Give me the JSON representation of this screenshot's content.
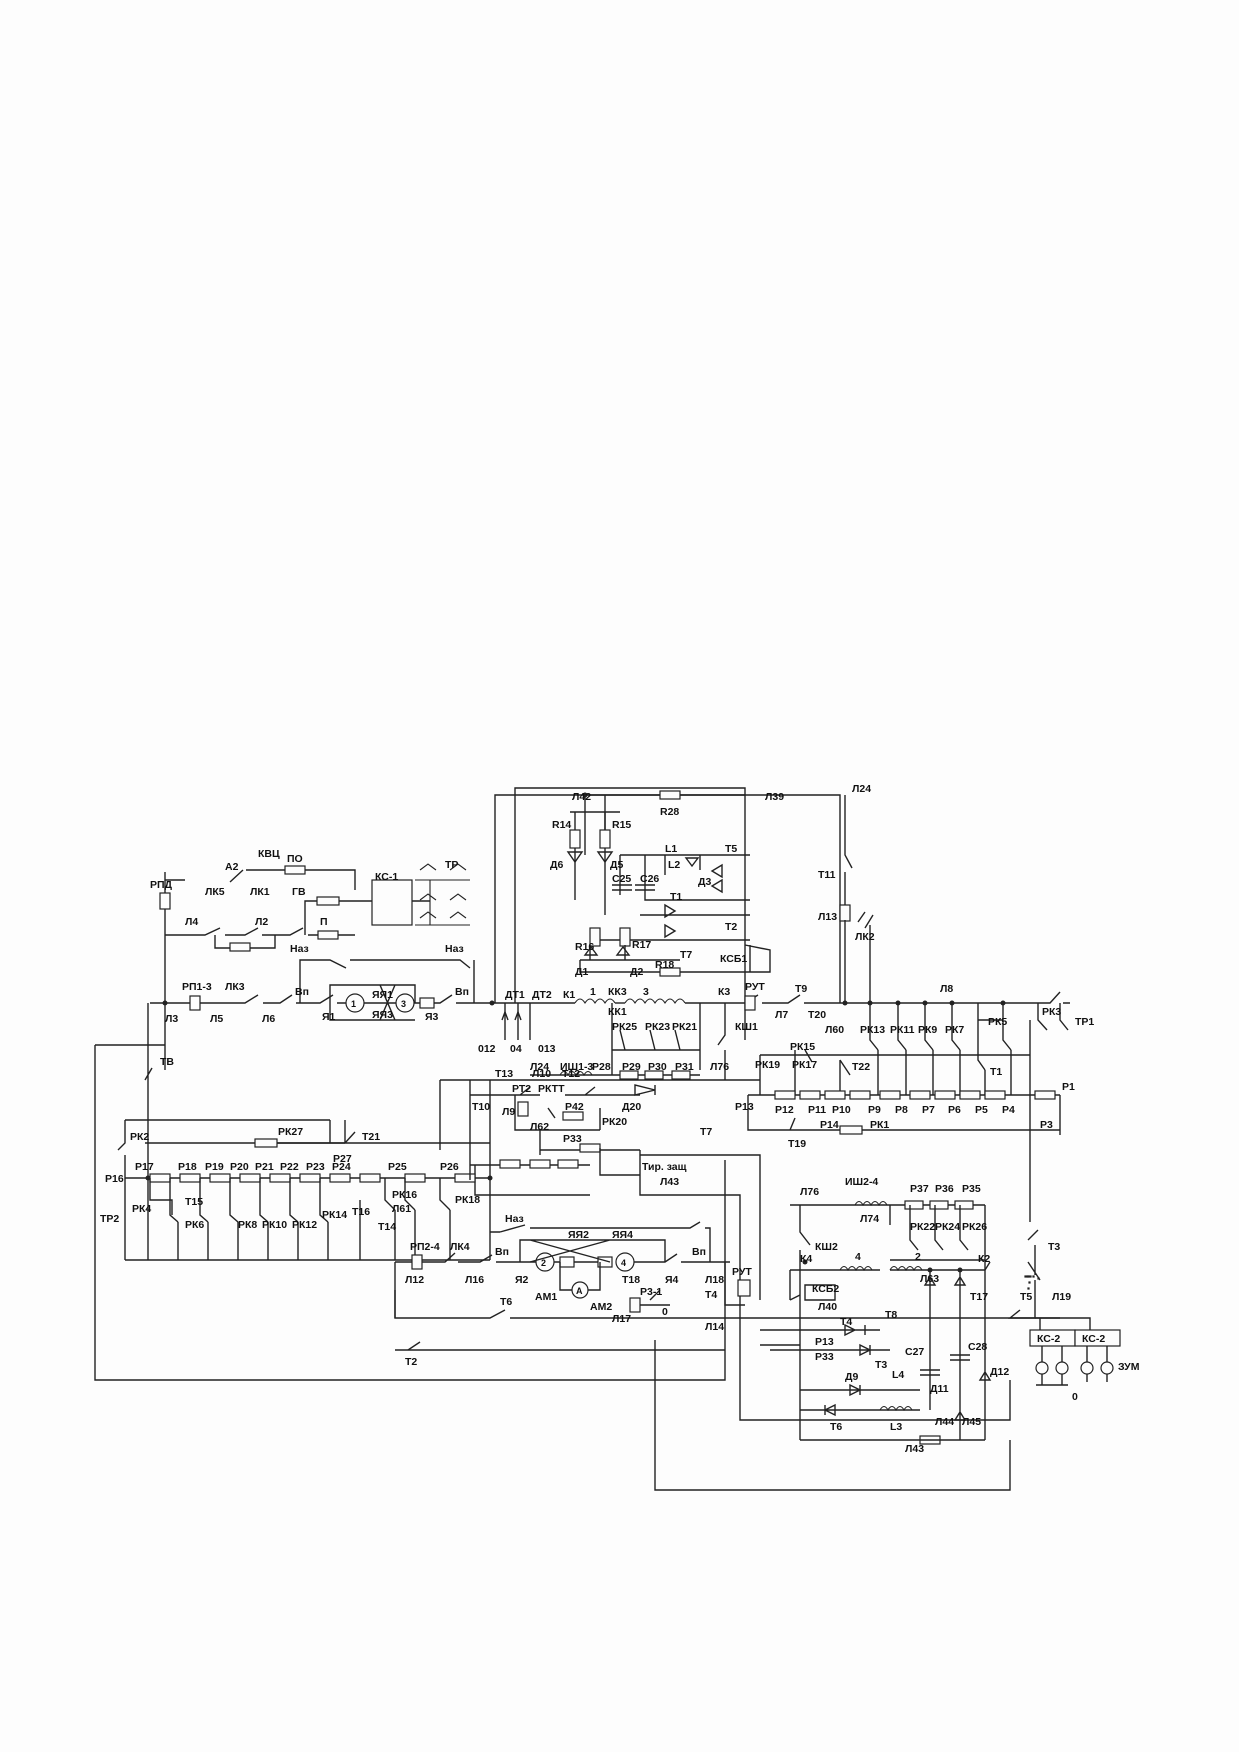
{
  "labels": {
    "KVC": "КВЦ",
    "A2": "А2",
    "PO": "ПО",
    "P": "П",
    "KS1": "КС-1",
    "TR": "ТР",
    "RPD": "РПД",
    "LK5": "ЛК5",
    "LK1": "ЛК1",
    "GV": "ГВ",
    "L4": "Л4",
    "L2": "Л2",
    "Naz1": "Наз",
    "Naz2": "Наз",
    "RP1_3": "РП1-3",
    "LK3": "ЛК3",
    "Vp1": "Вп",
    "Vp2": "Вп",
    "YaYa1": "ЯЯ1",
    "YaYa3": "ЯЯ3",
    "Ya1": "Я1",
    "Ya3": "Я3",
    "L3": "Л3",
    "L5": "Л5",
    "L6": "Л6",
    "M1": "1",
    "M3": "3",
    "L42": "Л42",
    "L39": "Л39",
    "L24top": "Л24",
    "R28": "R28",
    "R14": "R14",
    "R15": "R15",
    "D6": "Д6",
    "D5": "Д5",
    "L1": "L1",
    "T5t": "Т5",
    "L2c": "L2",
    "D3": "Д3",
    "C25": "С25",
    "C26": "С26",
    "T1t": "Т1",
    "T2t": "Т2",
    "T7t": "Т7",
    "R16": "R16",
    "R17": "R17",
    "R18": "R18",
    "D1": "Д1",
    "D2": "Д2",
    "KSB1": "КСБ1",
    "T11": "Т11",
    "L13": "Л13",
    "LK2": "ЛК2",
    "DT1": "ДТ1",
    "DT2": "ДТ2",
    "K1": "К1",
    "n1": "1",
    "KK3": "КК3",
    "n3": "3",
    "KK1": "КК1",
    "K3": "К3",
    "RUT1": "РУТ",
    "KSh1": "КШ1",
    "T9": "Т9",
    "L7": "Л7",
    "T20": "Т20",
    "L60": "Л60",
    "L8": "Л8",
    "RK13": "РК13",
    "RK11": "РК11",
    "RK9": "РК9",
    "RK7": "РК7",
    "RK5": "РК5",
    "RK3": "РК3",
    "TR1": "ТР1",
    "O12": "012",
    "O4": "04",
    "O13": "013",
    "RK25": "РК25",
    "RK23": "РК23",
    "RK21": "РК21",
    "L24": "Л24",
    "ISh1_3": "ИШ1-3",
    "P28": "Р28",
    "P29": "Р29",
    "P30": "Р30",
    "P31": "Р31",
    "L76a": "Л76",
    "TV": "ТВ",
    "RK15": "РК15",
    "RK19": "РК19",
    "RK17": "РК17",
    "T22": "Т22",
    "P13a": "Р13",
    "P12": "Р12",
    "P11": "Р11",
    "P10": "Р10",
    "P9": "Р9",
    "P8": "Р8",
    "P7": "Р7",
    "P6": "Р6",
    "P5": "Р5",
    "P4": "Р4",
    "T1b": "Т1",
    "P1": "Р1",
    "P3": "Р3",
    "T19": "Т19",
    "P14": "Р14",
    "RK1": "РК1",
    "T13": "Т13",
    "L10": "Л10",
    "T12": "Т12",
    "RT2": "РТ2",
    "RKTT": "РКТТ",
    "D20": "Д20",
    "T10": "Т10",
    "L9": "Л9",
    "L62": "Л62",
    "P42": "Р42",
    "RK20": "РК20",
    "P33a": "Р33",
    "TirZasch": "Тир. защ",
    "T7b": "Т7",
    "L43a": "Л43",
    "RK2": "РК2",
    "RK27": "РК27",
    "P27": "Р27",
    "T21": "Т21",
    "P16": "Р16",
    "P17": "Р17",
    "P18": "Р18",
    "P19": "Р19",
    "P20": "Р20",
    "P21": "Р21",
    "P22": "Р22",
    "P23": "Р23",
    "P24": "Р24",
    "P25": "Р25",
    "P26": "Р26",
    "TR2": "ТР2",
    "RK4": "РК4",
    "T15": "Т15",
    "RK6": "РК6",
    "RK8": "РК8",
    "RK10": "РК10",
    "RK12": "РК12",
    "RK14": "РК14",
    "T16": "Т16",
    "RK16": "РК16",
    "L61": "Л61",
    "RK18": "РК18",
    "T14": "Т14",
    "RP2_4": "РП2-4",
    "LK4": "ЛК4",
    "L12": "Л12",
    "L16": "Л16",
    "Naz3": "Наз",
    "Vp3": "Вп",
    "Vp4": "Вп",
    "YaYa2": "ЯЯ2",
    "YaYa4": "ЯЯ4",
    "Ya2": "Я2",
    "Ya4": "Я4",
    "AM1": "АМ1",
    "AM2": "АМ2",
    "T18": "Т18",
    "P3_1": "Р3-1",
    "L18": "Л18",
    "T4a": "Т4",
    "RUT2": "РУТ",
    "L17": "Л17",
    "L14": "Л14",
    "zeroA": "0",
    "T6a": "Т6",
    "T2b": "Т2",
    "M2": "2",
    "M4": "4",
    "A": "А",
    "L76b": "Л76",
    "ISh2_4": "ИШ2-4",
    "L74": "Л74",
    "P37": "Р37",
    "P36": "Р36",
    "P35": "Р35",
    "RK22": "РК22",
    "RK24": "РК24",
    "RK26": "РК26",
    "KSh2": "КШ2",
    "K4": "К4",
    "n4": "4",
    "n2": "2",
    "K2": "К2",
    "L63": "Л63",
    "KSB2": "КСБ2",
    "L40": "Л40",
    "T17": "Т17",
    "T8": "Т8",
    "T4b": "Т4",
    "P13b": "Р13",
    "P33b": "Р33",
    "T3a": "Т3",
    "C27": "С27",
    "C28": "С28",
    "L4c": "L4",
    "D9": "Д9",
    "D11": "Д11",
    "D12": "Д12",
    "T6b": "Т6",
    "L3c": "L3",
    "L44": "Л44",
    "L45": "Л45",
    "L43b": "Л43",
    "T3b": "Т3",
    "T5b": "Т5",
    "L19": "Л19",
    "KS2a": "КС-2",
    "KS2b": "КС-2",
    "ZUM": "ЗУМ",
    "zeroB": "0"
  }
}
